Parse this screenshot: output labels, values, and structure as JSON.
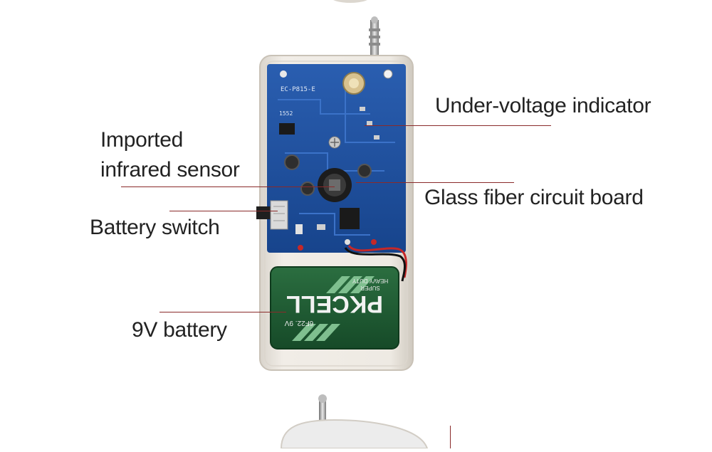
{
  "image": {
    "description_color_accents": {
      "leader_line": "#8a2a2a",
      "board_blue": "#1f4f9c",
      "battery_green": "#1e5a32",
      "housing": "#ece8e2"
    },
    "pcb_marking": "EC-P815-E",
    "pcb_marking_2": "1552",
    "battery": {
      "brand": "PKCELL",
      "model": "6F22. 9V",
      "tagline_1": "SUPER",
      "tagline_2": "HEAVY DUTY",
      "voltage_label": "9V"
    }
  },
  "callouts": {
    "under_voltage": "Under-voltage indicator",
    "ir_sensor_line1": "Imported",
    "ir_sensor_line2": "infrared sensor",
    "circuit_board": "Glass fiber circuit board",
    "battery_switch": "Battery switch",
    "battery": "9V battery"
  }
}
